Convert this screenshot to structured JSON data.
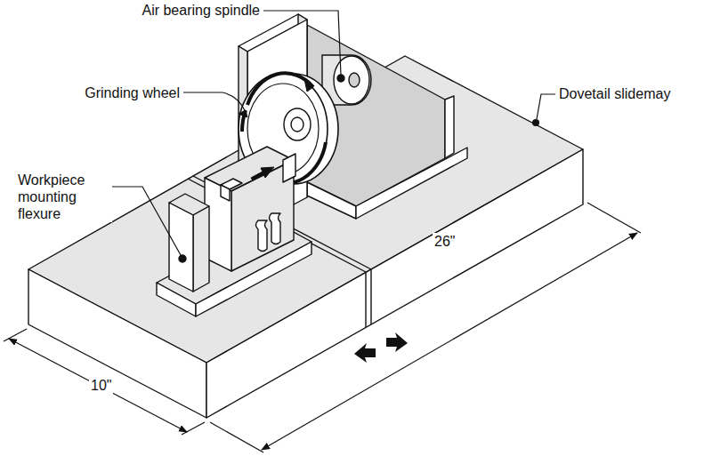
{
  "diagram": {
    "labels": [
      "Air bearing spindle",
      "Grinding wheel",
      "Dovetail slidemay",
      "Workpiece mounting flexure",
      "10\"",
      "26\""
    ]
  }
}
